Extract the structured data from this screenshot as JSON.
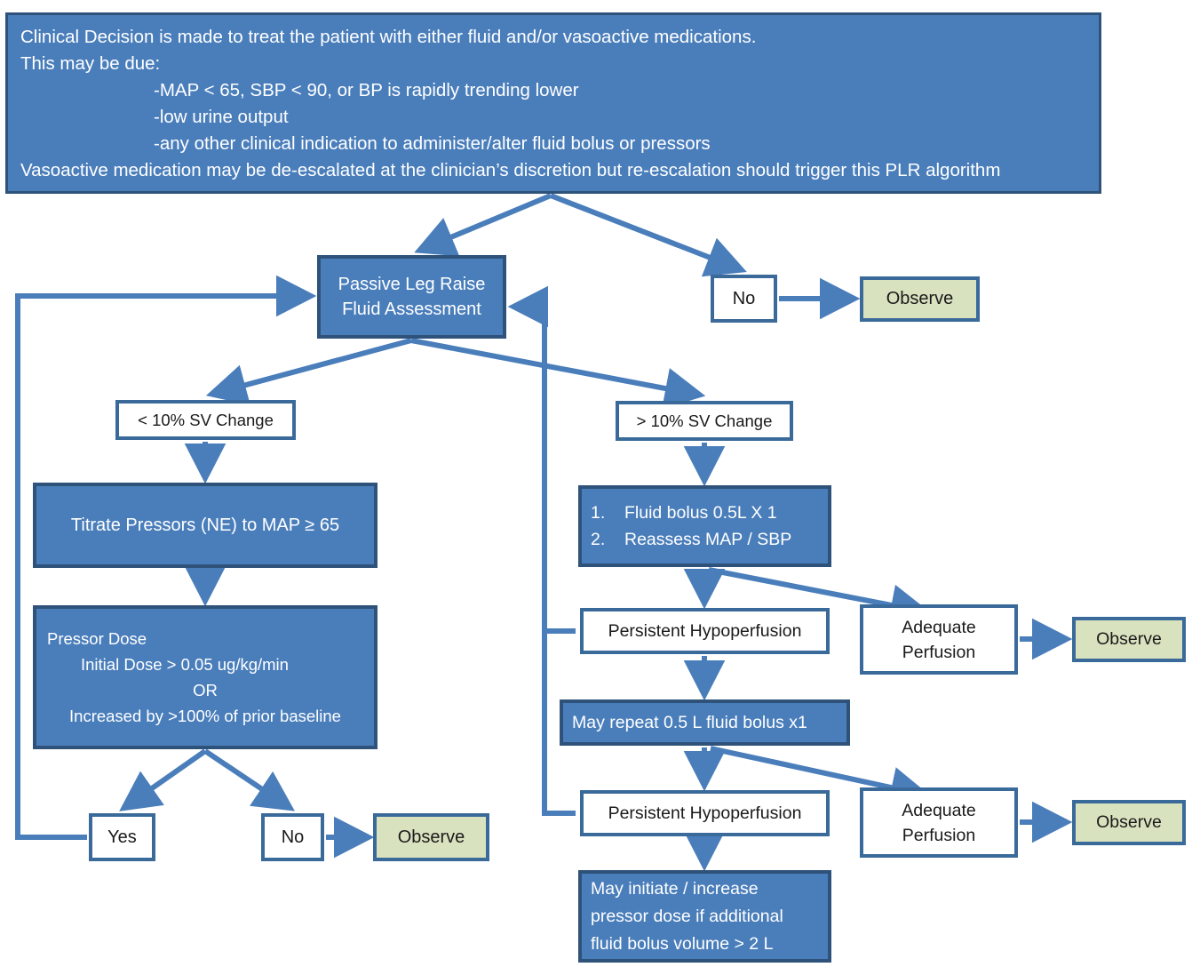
{
  "header": {
    "lines": [
      "Clinical Decision is made to treat the patient with either fluid and/or vasoactive medications.",
      "This may be due:",
      "-MAP < 65, SBP < 90, or BP is rapidly trending lower",
      "-low urine output",
      "-any other clinical indication to administer/alter fluid bolus or pressors",
      "Vasoactive medication may be de-escalated at the clinician’s discretion but re-escalation should trigger this PLR algorithm"
    ],
    "line1": "Clinical Decision is made to treat the patient with either fluid and/or vasoactive medications.",
    "line2": "This may be due:",
    "line3": "-MAP < 65, SBP < 90, or BP is rapidly trending lower",
    "line4": "-low urine output",
    "line5": "-any other clinical indication to administer/alter fluid bolus or pressors",
    "line6": "Vasoactive medication may be de-escalated at the clinician’s discretion but re-escalation should trigger this PLR algorithm"
  },
  "nodes": {
    "plr": {
      "line1": "Passive Leg Raise",
      "line2": "Fluid Assessment"
    },
    "no_top": "No",
    "observe_top": "Observe",
    "sv_less": "< 10% SV Change",
    "sv_more": "> 10% SV Change",
    "titrate": "Titrate Pressors (NE) to MAP ≥ 65",
    "pressor_dose": {
      "line1": "Pressor Dose",
      "line2": "Initial Dose > 0.05 ug/kg/min",
      "line3": "OR",
      "line4": "Increased by >100% of prior baseline"
    },
    "yes": "Yes",
    "no_bottom": "No",
    "observe_bottom_left": "Observe",
    "fluid_bolus": {
      "num1": "1.",
      "item1": "Fluid bolus 0.5L X 1",
      "num2": "2.",
      "item2": "Reassess MAP / SBP"
    },
    "persistent_hypo_1": "Persistent Hypoperfusion",
    "adequate_perf_1": {
      "line1": "Adequate",
      "line2": "Perfusion"
    },
    "observe_right_1": "Observe",
    "may_repeat": "May repeat 0.5 L fluid bolus x1",
    "persistent_hypo_2": "Persistent Hypoperfusion",
    "adequate_perf_2": {
      "line1": "Adequate",
      "line2": "Perfusion"
    },
    "observe_right_2": "Observe",
    "may_increase": {
      "line1": "May initiate / increase",
      "line2": "pressor dose if additional",
      "line3": "fluid bolus volume > 2 L"
    }
  },
  "colors": {
    "process_fill": "#4a7ebb",
    "process_border": "#2e5279",
    "decision_fill": "#ffffff",
    "decision_border": "#3a6a9a",
    "terminal_fill": "#d9e2bf",
    "terminal_border": "#3a6a9a",
    "connector": "#4a7ebb",
    "connector_dark": "#3a6a9a",
    "background": "#ffffff"
  }
}
